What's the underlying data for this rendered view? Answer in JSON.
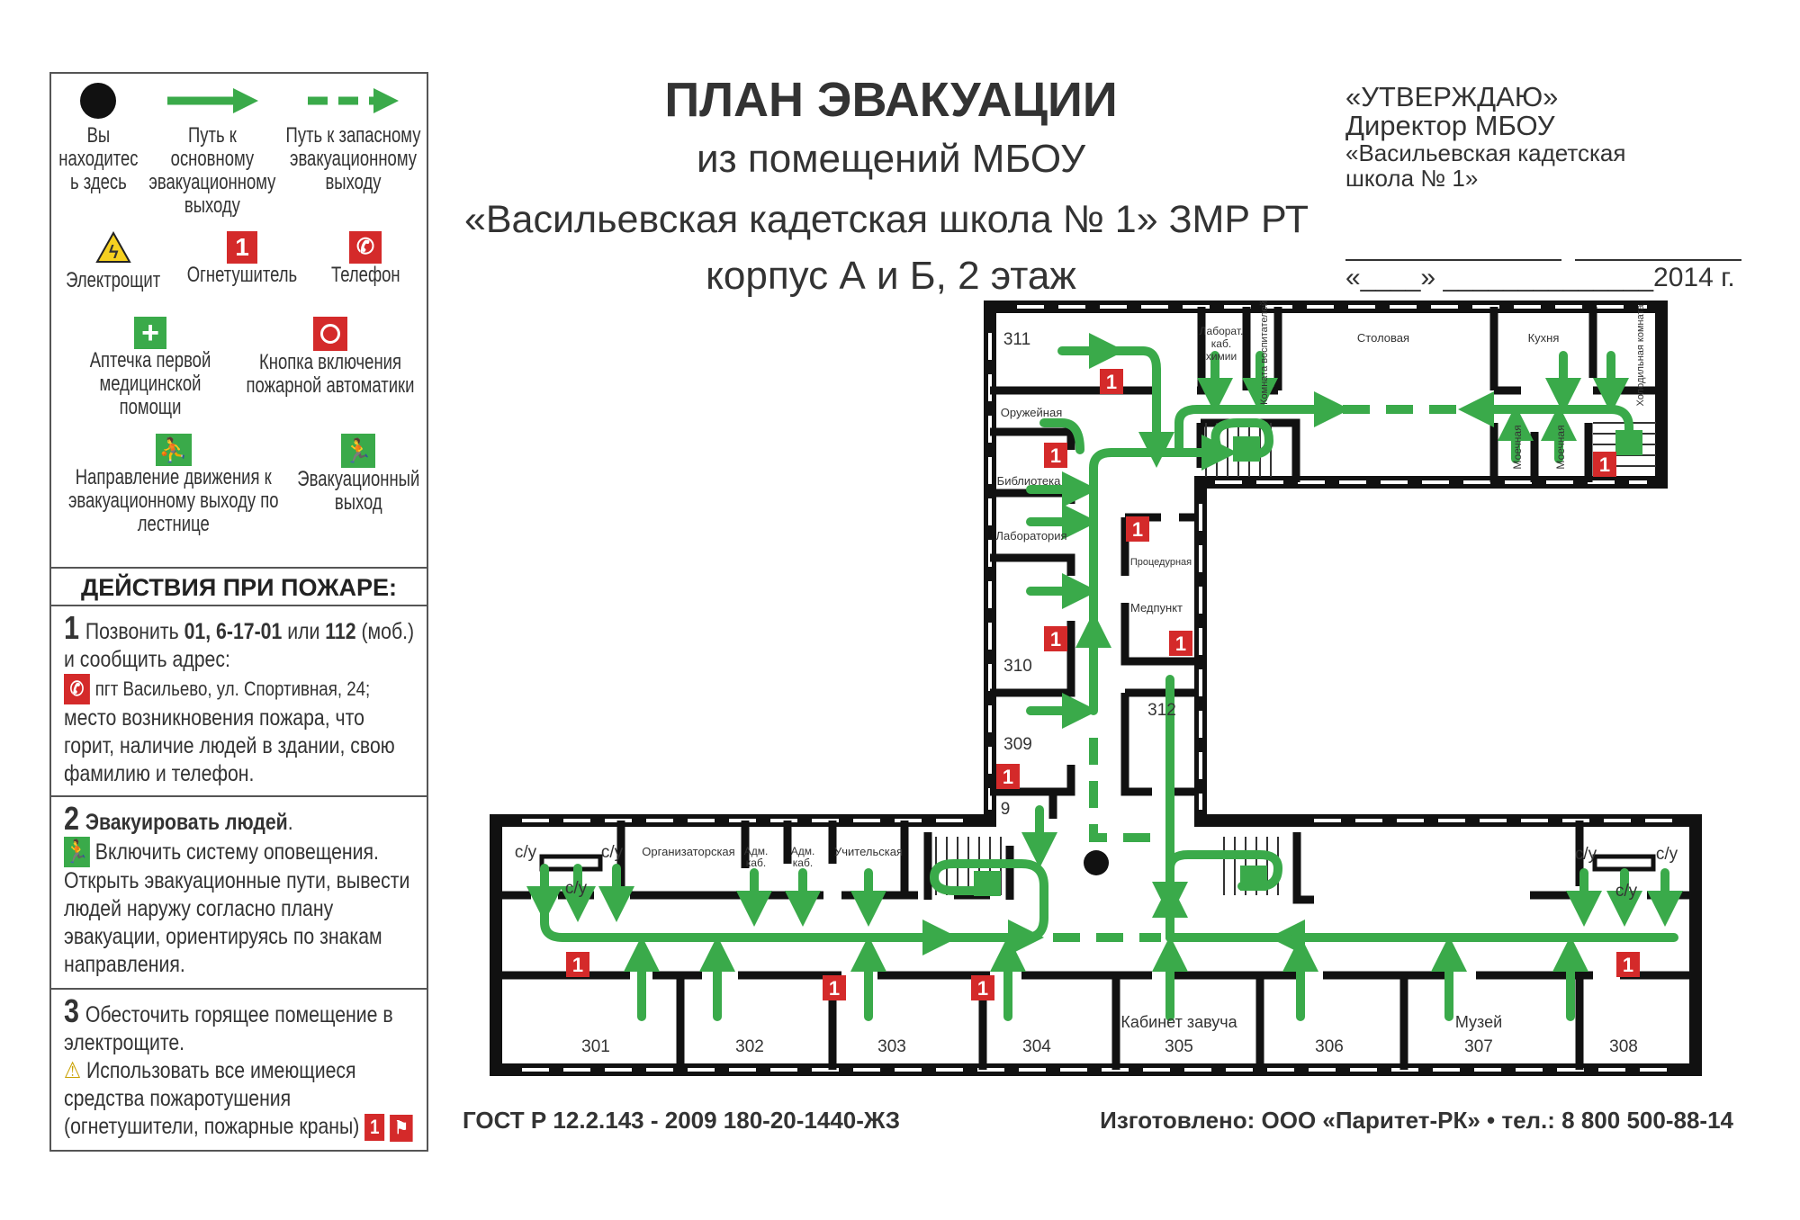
{
  "header": {
    "title": "ПЛАН ЭВАКУАЦИИ",
    "subtitle1": "из помещений МБОУ",
    "subtitle2": "«Васильевская кадетская школа № 1» ЗМР РТ",
    "subtitle3": "корпус А и Б, 2 этаж"
  },
  "approval": {
    "line1": "«УТВЕРЖДАЮ»",
    "line2": "Директор МБОУ",
    "line3": "«Васильевская кадетская",
    "line4": "школа № 1»",
    "date": "«____» ______________2014 г."
  },
  "legend": {
    "you_are_here": "Вы находитесь здесь",
    "main_route": "Путь к основному эвакуационному выходу",
    "reserve_route": "Путь к запасному эвакуационному выходу",
    "electric_panel": "Электрощит",
    "extinguisher": "Огнетушитель",
    "phone": "Телефон",
    "first_aid": "Аптечка первой медицинской помощи",
    "fire_button": "Кнопка включения пожарной автоматики",
    "stair_direction": "Направление движения к эвакуационному выходу по лестнице",
    "exit": "Эвакуационный выход",
    "extinguisher_mark": "1"
  },
  "actions": {
    "title": "ДЕЙСТВИЯ ПРИ ПОЖАРЕ:",
    "step1": {
      "num": "1",
      "a": "Позвонить ",
      "b": "01, 6-17-01",
      "c": " или ",
      "d": "112",
      "e": " (моб.) и сообщить адрес:",
      "address": "пгт Васильево, ул. Спортивная, 24;",
      "rest": "место возникновения пожара, что горит, наличие людей в здании, свою фамилию и телефон."
    },
    "step2": {
      "num": "2",
      "bold": "Эвакуировать людей",
      "dot": ".",
      "text": "Включить систему оповещения. Открыть эвакуационные пути, вывести людей наружу согласно плану эвакуации, ориентируясь по знакам направления."
    },
    "step3": {
      "num": "3",
      "text1": "Обесточить горящее помещение в электрощите.",
      "text2": "Использовать все имеющиеся средства пожаротушения (огнетушители, пожарные краны)"
    }
  },
  "rooms": {
    "r311": "311",
    "armory": "Оружейная",
    "library": "Библиотека",
    "lab": "Лаборатория",
    "procedure": "Процедурная",
    "medpoint": "Медпункт",
    "r310": "310",
    "r312": "312",
    "r309": "309",
    "r9": "9",
    "chem_lab1": "Лаборат.",
    "chem_lab2": "каб.",
    "chem_lab3": "химии",
    "tutors": "Комната воспитателей",
    "canteen": "Столовая",
    "kitchen": "Кухня",
    "cold_room": "Холодильная комната",
    "washing1": "Моечная",
    "washing2": "Моечная",
    "wc": "с/у",
    "organizer": "Организаторская",
    "adm1a": "Адм.",
    "adm1b": "каб.",
    "adm2a": "Адм.",
    "adm2b": "каб.",
    "teachers": "Учительская",
    "head_teacher": "Кабинет завуча",
    "museum": "Музей",
    "r301": "301",
    "r302": "302",
    "r303": "303",
    "r304": "304",
    "r305": "305",
    "r306": "306",
    "r307": "307",
    "r308": "308"
  },
  "footer": {
    "gost": "ГОСТ Р 12.2.143 - 2009 180-20-1440-ЖЗ",
    "maker": "Изготовлено: ООО «Паритет-РК» • тел.: 8 800 500-88-14"
  },
  "colors": {
    "route": "#3aaa4a",
    "extinguisher": "#d42a2a",
    "wall": "#111111"
  }
}
